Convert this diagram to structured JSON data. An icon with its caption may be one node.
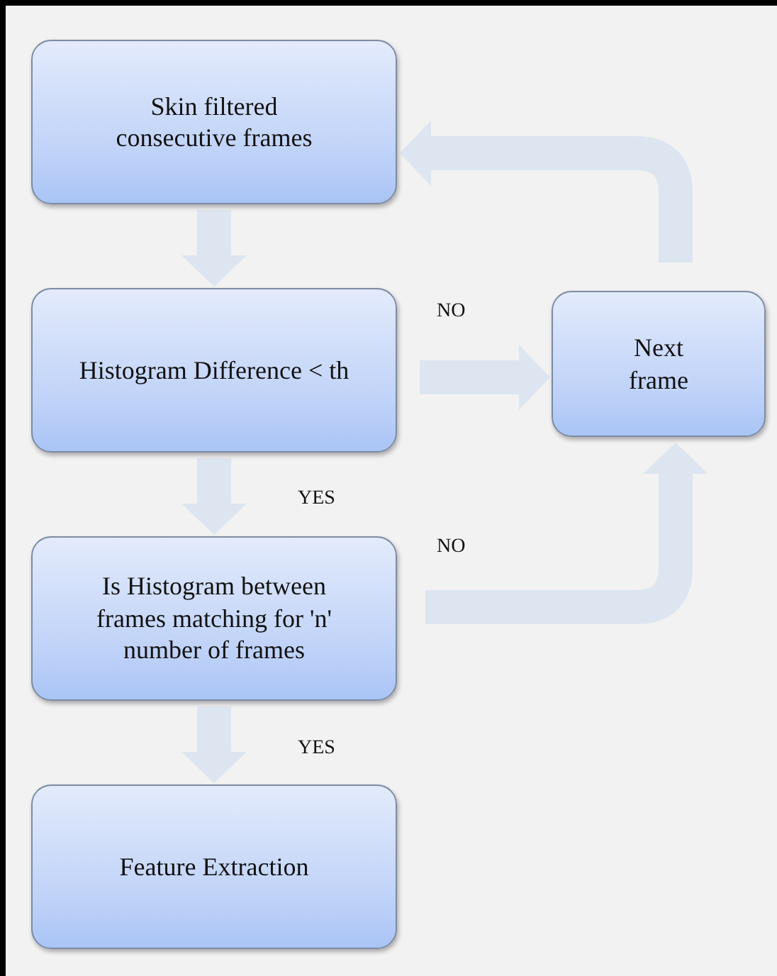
{
  "diagram": {
    "nodes": [
      {
        "text": [
          "Skin filtered consecutive frames"
        ]
      },
      {
        "text": [
          "Histogram Difference < th"
        ]
      },
      {
        "text": [
          "Next frame"
        ]
      },
      {
        "text": [
          "Is Histogram between frames matching  for 'n' number of frames"
        ]
      },
      {
        "text": [
          "Feature Extraction"
        ]
      }
    ],
    "edges": [
      {
        "from": 0,
        "to": 1,
        "arrow": "to"
      },
      {
        "from": 1,
        "to": 2,
        "arrow": "to",
        "label": "NO"
      },
      {
        "from": 1,
        "to": 3,
        "arrow": "to",
        "label": "YES"
      },
      {
        "from": 3,
        "to": 2,
        "arrow": "to",
        "label": "NO"
      },
      {
        "from": 3,
        "to": 4,
        "arrow": "to",
        "label": "YES"
      },
      {
        "from": 2,
        "to": 0,
        "arrow": "to"
      }
    ]
  }
}
